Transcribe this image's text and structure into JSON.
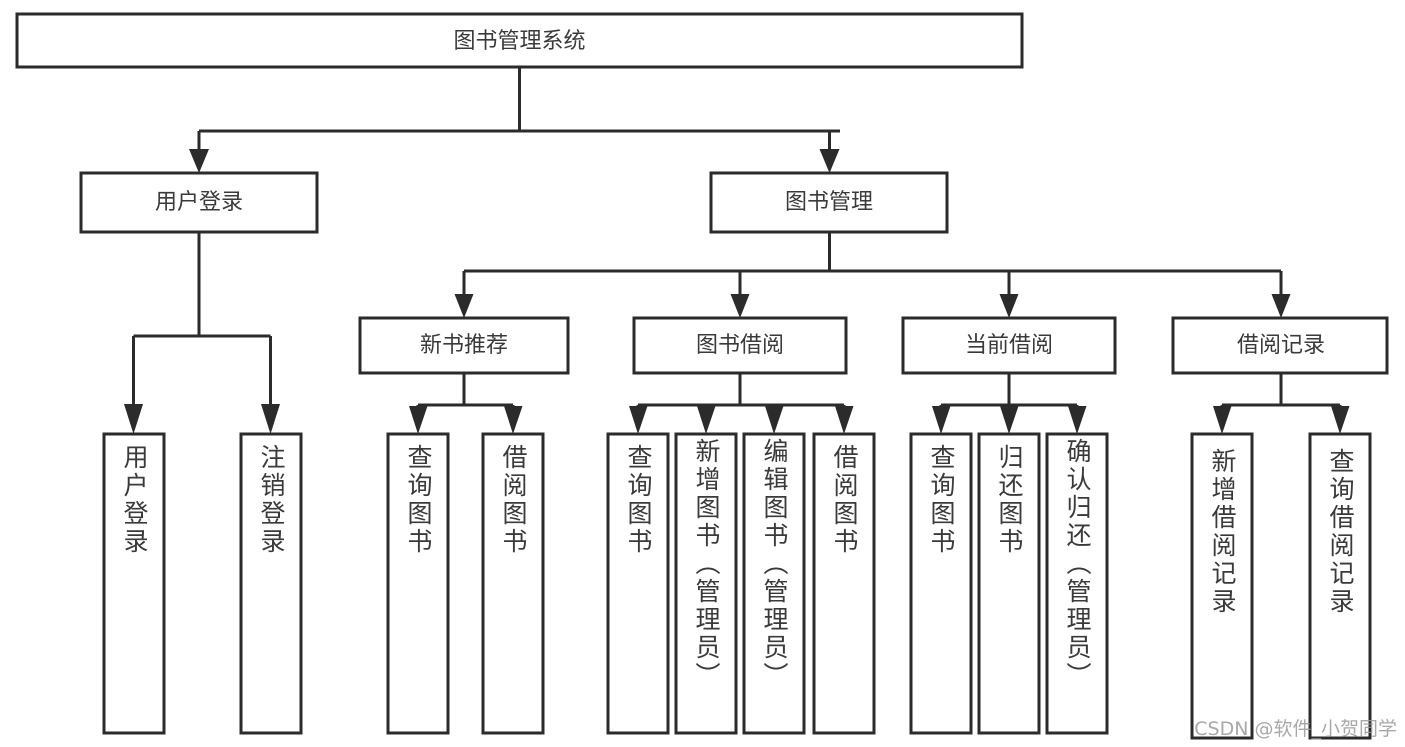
{
  "diagram": {
    "title": "图书管理系统",
    "watermark": "CSDN @软件_小贺同学",
    "colors": {
      "stroke": "#2b2b2b",
      "box_fill": "#ffffff",
      "text": "#3a3a3a",
      "watermark": "#9a9a9a",
      "background": "#ffffff"
    },
    "root": {
      "label": "图书管理系统"
    },
    "level2": [
      {
        "label": "用户登录"
      },
      {
        "label": "图书管理"
      }
    ],
    "level3": [
      {
        "label": "新书推荐"
      },
      {
        "label": "图书借阅"
      },
      {
        "label": "当前借阅"
      },
      {
        "label": "借阅记录"
      }
    ],
    "leaves": {
      "user_login": [
        {
          "label": "用户登录"
        },
        {
          "label": "注销登录"
        }
      ],
      "new_book_recommend": [
        {
          "label": "查询图书"
        },
        {
          "label": "借阅图书"
        }
      ],
      "book_borrow": [
        {
          "label": "查询图书"
        },
        {
          "label": "新增图书（管理员）"
        },
        {
          "label": "编辑图书（管理员）"
        },
        {
          "label": "借阅图书"
        }
      ],
      "current_borrow": [
        {
          "label": "查询图书"
        },
        {
          "label": "归还图书"
        },
        {
          "label": "确认归还（管理员）"
        }
      ],
      "borrow_records": [
        {
          "label": "新增借阅记录"
        },
        {
          "label": "查询借阅记录"
        }
      ]
    }
  }
}
